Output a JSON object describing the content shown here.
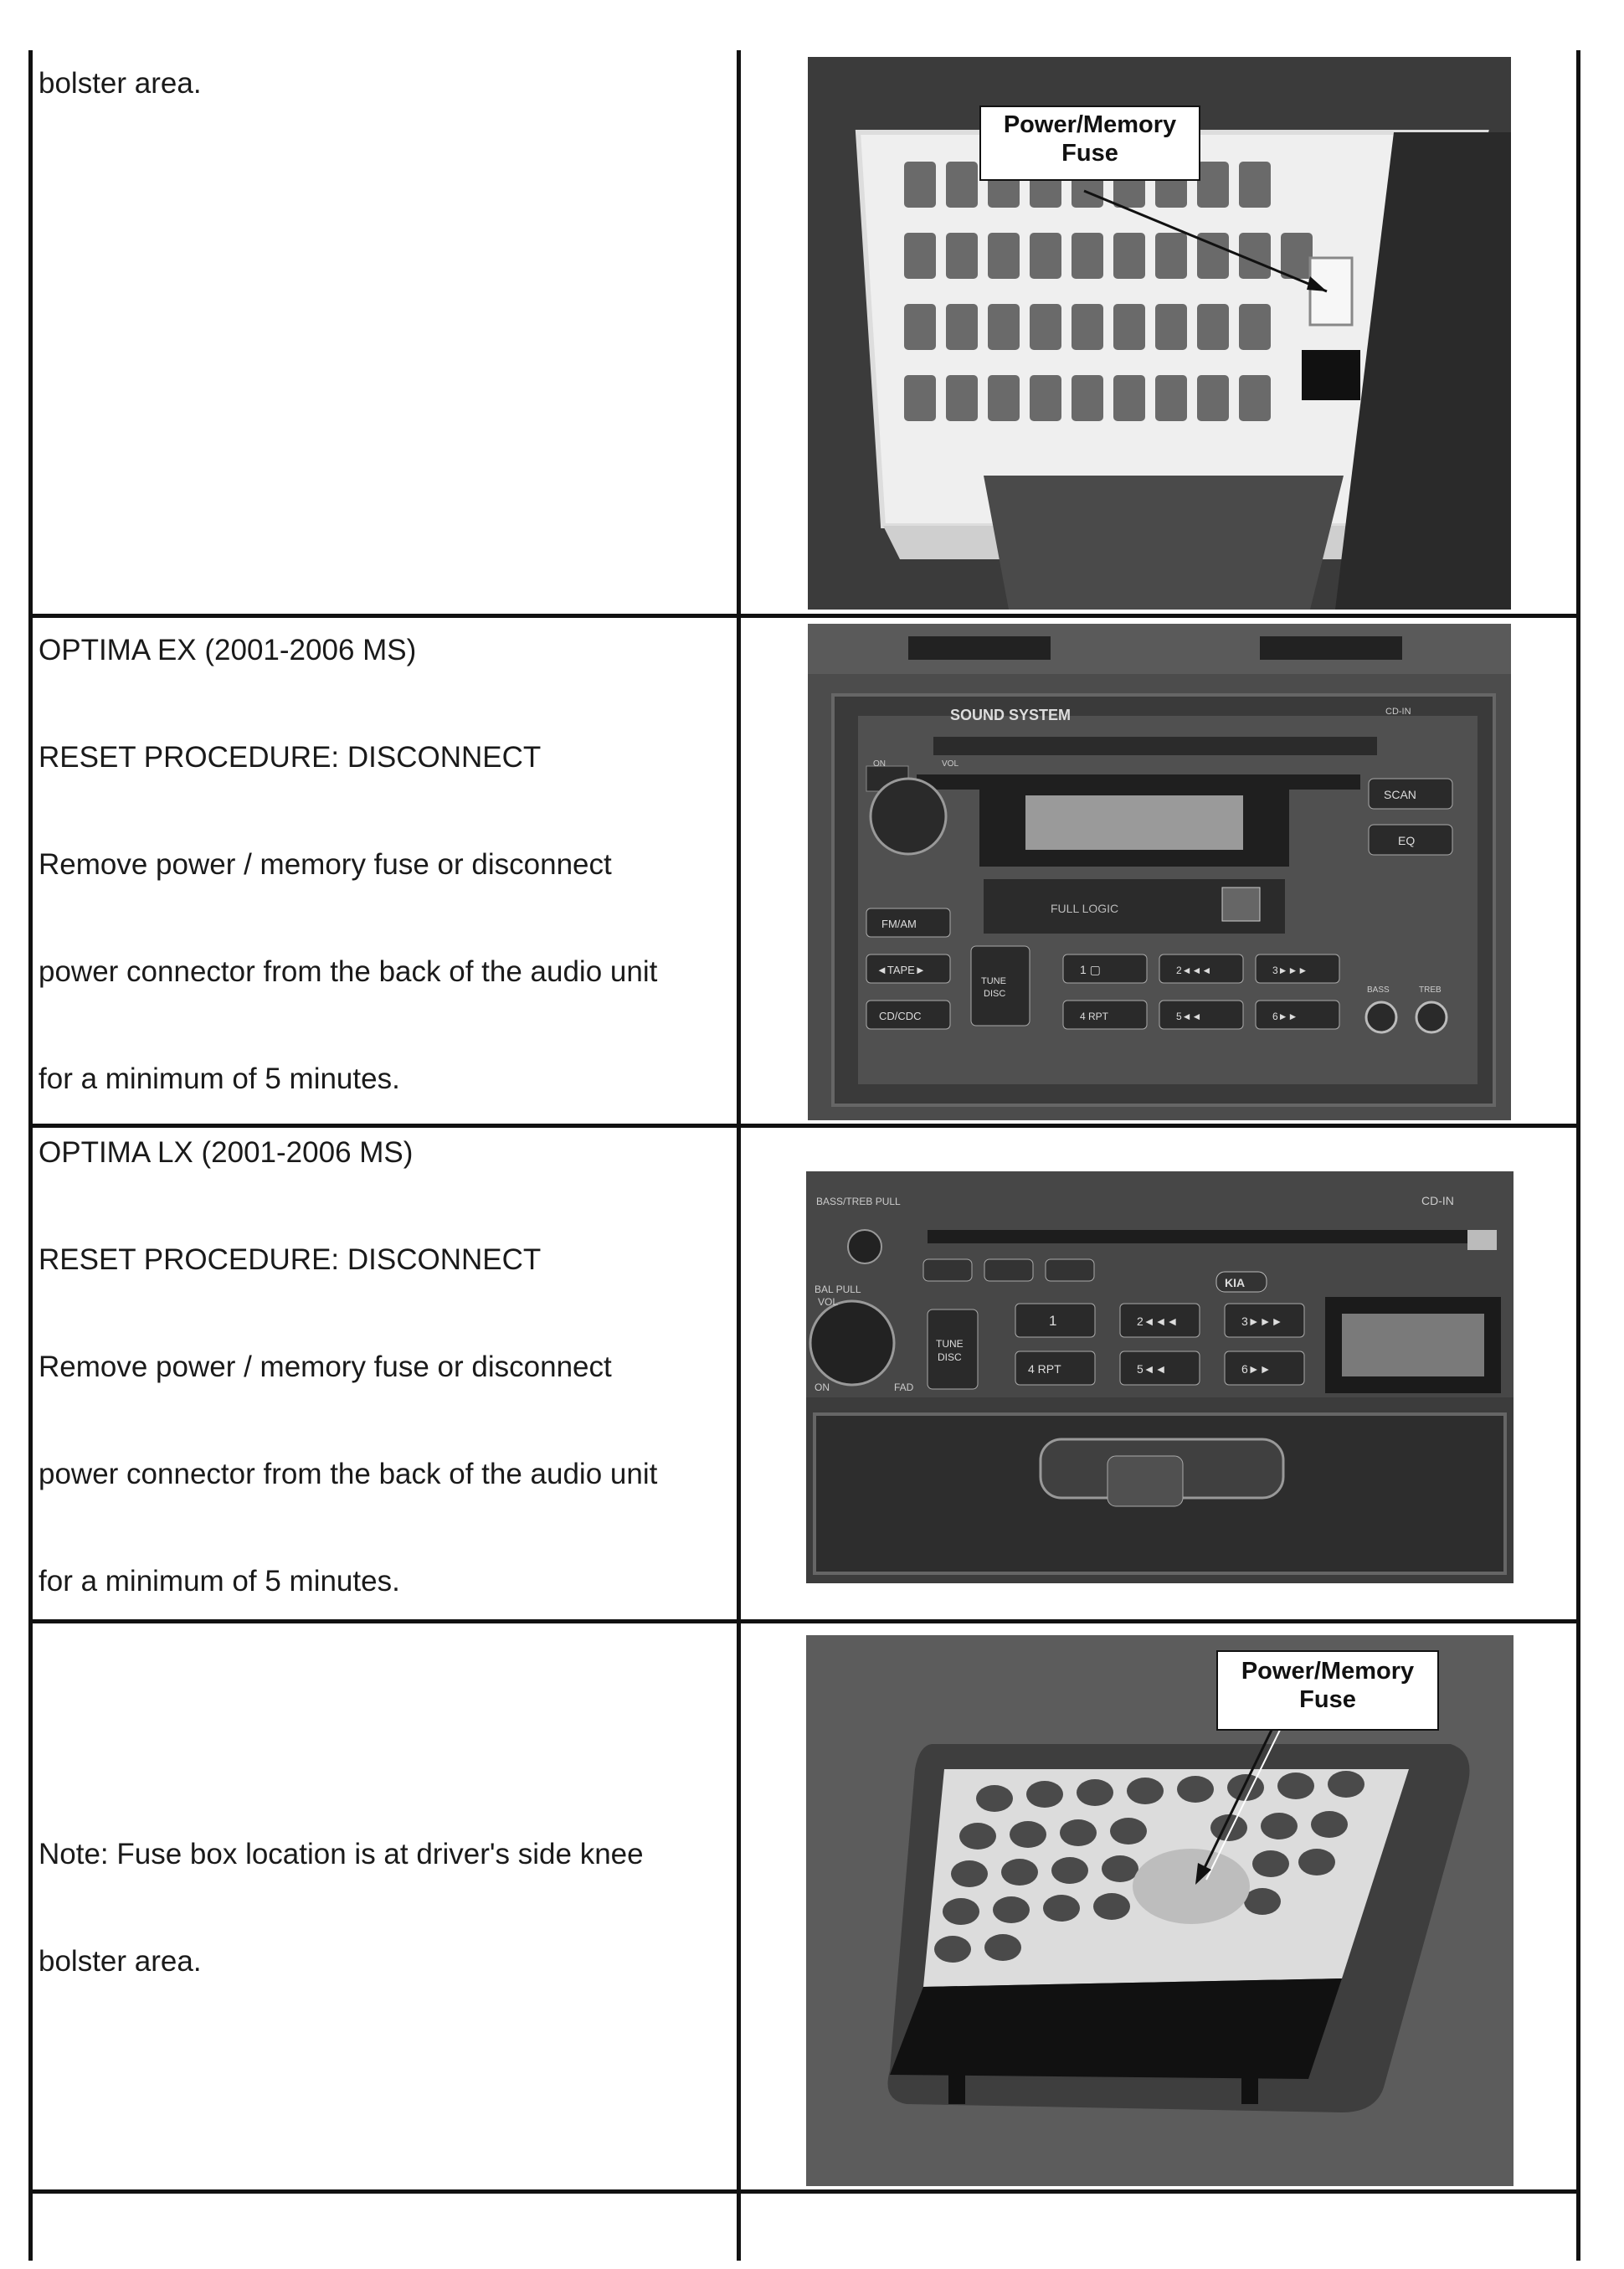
{
  "rows": [
    {
      "lines": [
        "bolster area."
      ],
      "photo": {
        "callout": [
          "Power/Memory",
          "Fuse"
        ]
      }
    },
    {
      "lines": [
        "OPTIMA EX (2001-2006 MS)",
        "RESET PROCEDURE: DISCONNECT",
        "Remove power / memory fuse or disconnect",
        "power connector from the back of the audio unit",
        "for a minimum of 5 minutes."
      ],
      "photo": {
        "brand": "SOUND SYSTEM",
        "model": "CD-IN",
        "buttons": {
          "on": "ON",
          "vol": "VOL",
          "scan": "SCAN",
          "eq": "EQ",
          "fmam": "FM/AM",
          "tape": "◄TAPE►",
          "cdcdc": "CD/CDC",
          "tune": "TUNE",
          "disc": "DISC",
          "presets": [
            "1 ▢",
            "2◄◄◄",
            "3►►►",
            "4 RPT",
            "5◄◄",
            "6►►"
          ],
          "fulllogic": "FULL LOGIC",
          "bass": "BASS",
          "treb": "TREB"
        }
      }
    },
    {
      "lines": [
        "OPTIMA LX (2001-2006 MS)",
        "RESET PROCEDURE: DISCONNECT",
        "Remove power / memory fuse or disconnect",
        "power connector from the back of the audio unit",
        "for a minimum of 5 minutes."
      ],
      "photo": {
        "top_label": "BASS/TREB PULL",
        "model": "CD-IN",
        "brand": "KIA",
        "buttons": {
          "presets": [
            "1",
            "2◄◄◄",
            "3►►►",
            "4 RPT",
            "5◄◄",
            "6►►"
          ],
          "tune": "TUNE",
          "disc": "DISC",
          "bal": "BAL PULL",
          "vol": "VOL",
          "on": "ON",
          "fad": "FAD"
        }
      }
    },
    {
      "lines": [
        "Note: Fuse box location is at driver's side knee",
        "bolster area."
      ],
      "photo": {
        "callout": [
          "Power/Memory",
          "Fuse"
        ]
      }
    }
  ]
}
